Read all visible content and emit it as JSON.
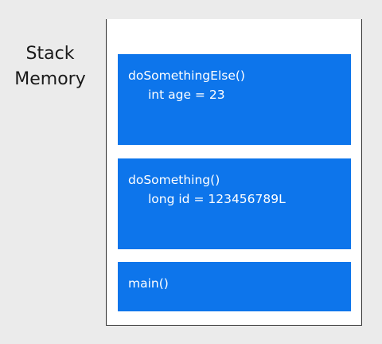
{
  "title": {
    "line1": "Stack",
    "line2": "Memory"
  },
  "frames": [
    {
      "method": "doSomethingElse()",
      "variable": "int age = 23"
    },
    {
      "method": "doSomething()",
      "variable": "long id = 123456789L"
    },
    {
      "method": "main()"
    }
  ],
  "colors": {
    "frame": "#0d75eb",
    "background": "#ebebeb",
    "stack": "#ffffff"
  }
}
